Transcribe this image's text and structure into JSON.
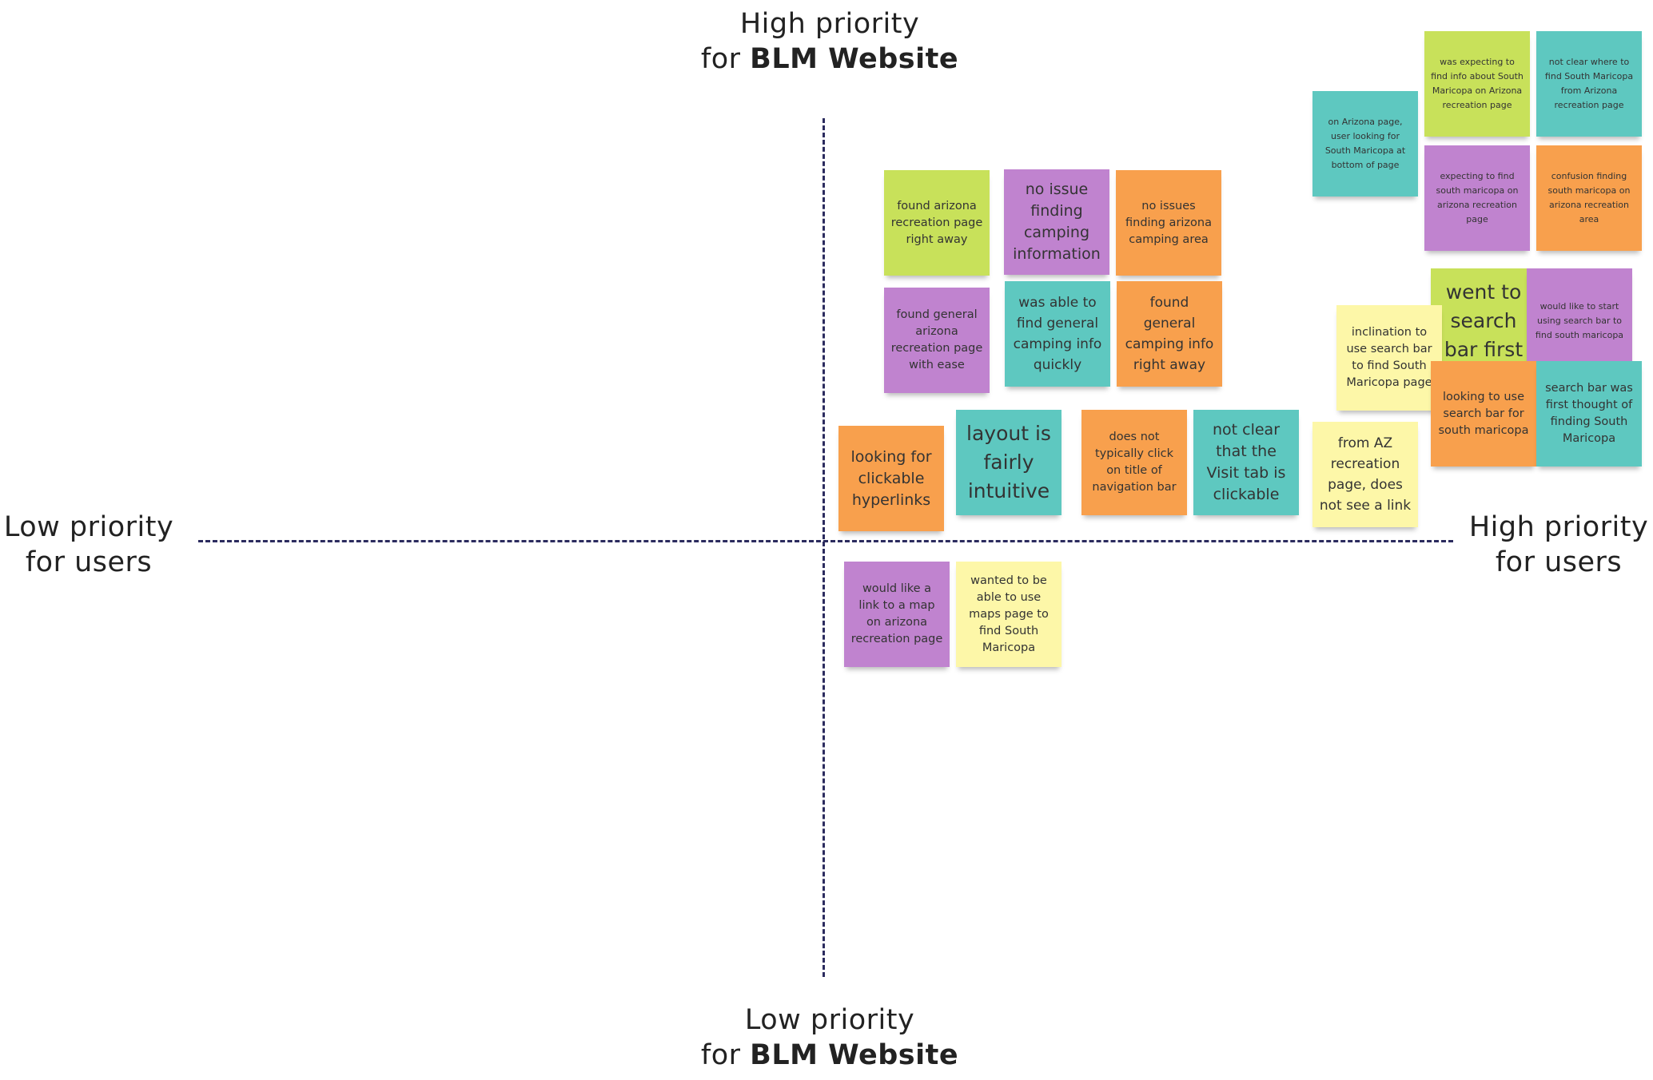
{
  "labels": {
    "top_line1": "High priority",
    "top_line2_prefix": "for",
    "top_line2_bold": "BLM Website",
    "bottom_line1": "Low priority",
    "bottom_line2_prefix": "for",
    "bottom_line2_bold": "BLM Website",
    "left_line1": "Low priority",
    "left_line2": "for users",
    "right_line1": "High priority",
    "right_line2": "for users"
  },
  "colors": {
    "lime": "#c8e15a",
    "purple": "#c083cf",
    "orange": "#f8a04d",
    "teal": "#5ec8c0",
    "yellow": "#fdf7a8",
    "axis": "#2b2b5e"
  },
  "notes": [
    {
      "text": "found arizona recreation page right away",
      "color": "lime"
    },
    {
      "text": "no issue finding camping information",
      "color": "purple"
    },
    {
      "text": "no issues finding arizona camping area",
      "color": "orange"
    },
    {
      "text": "found general arizona recreation page with ease",
      "color": "purple"
    },
    {
      "text": "was able to find general camping info quickly",
      "color": "teal"
    },
    {
      "text": "found general camping info right away",
      "color": "orange"
    },
    {
      "text": "looking for clickable hyperlinks",
      "color": "orange"
    },
    {
      "text": "layout is fairly intuitive",
      "color": "teal"
    },
    {
      "text": "does not typically click on title of navigation bar",
      "color": "orange"
    },
    {
      "text": "not clear that the Visit tab is clickable",
      "color": "teal"
    },
    {
      "text": "from AZ recreation page, does not see a link",
      "color": "yellow"
    },
    {
      "text": "would like a link to a map on arizona recreation page",
      "color": "purple"
    },
    {
      "text": "wanted to be able to use maps page to find South Maricopa",
      "color": "yellow"
    },
    {
      "text": "on Arizona page, user looking for South Maricopa at bottom of page",
      "color": "teal"
    },
    {
      "text": "was expecting to find info about South Maricopa on Arizona recreation page",
      "color": "lime"
    },
    {
      "text": "not clear where to find South Maricopa from Arizona recreation page",
      "color": "teal"
    },
    {
      "text": "expecting to find south maricopa on arizona recreation page",
      "color": "purple"
    },
    {
      "text": "confusion finding south maricopa on arizona recreation area",
      "color": "orange"
    },
    {
      "text": "went to search bar first",
      "color": "lime"
    },
    {
      "text": "would like to start using search bar to find south maricopa",
      "color": "purple"
    },
    {
      "text": "inclination to use search bar to find South Maricopa page",
      "color": "yellow"
    },
    {
      "text": "looking to use search bar for south maricopa",
      "color": "orange"
    },
    {
      "text": "search bar was first thought of finding South Maricopa",
      "color": "teal"
    }
  ]
}
